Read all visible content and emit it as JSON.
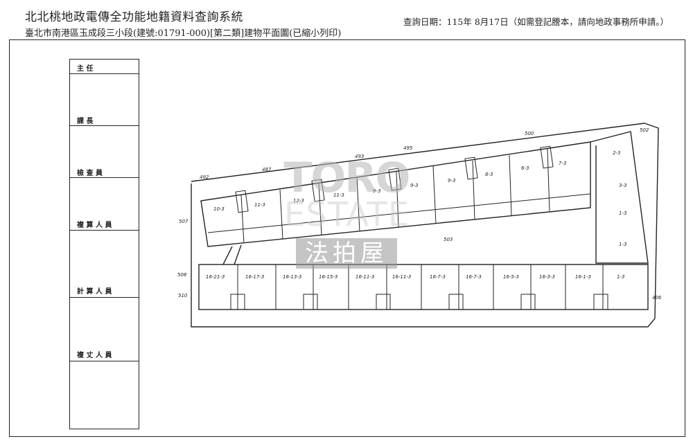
{
  "header": {
    "title": "北北桃地政電傳全功能地籍資料查詢系統",
    "subtitle": "臺北市南港區玉成段三小段(建號:01791-000)[第二類]建物平面圖(已縮小列印)",
    "query_date": "查詢日期：115年 8月17日（如需登記謄本，請向地政事務所申請。）"
  },
  "signature_box": {
    "labels": [
      "主 任",
      "課 長",
      "檢 查 員",
      "複 算 人 員",
      "計 算 人 員",
      "複 丈 人 員"
    ]
  },
  "watermark": {
    "line1": "TORO",
    "line2": "ESTATE",
    "line3": "法拍屋"
  },
  "plan": {
    "edge_labels": [
      "500",
      "502",
      "493",
      "495",
      "487",
      "492",
      "507",
      "503",
      "508",
      "510",
      "406"
    ],
    "upper_units": [
      "10-3",
      "11-3",
      "12-3",
      "11-3",
      "9-3",
      "9-3",
      "9-3",
      "8-3",
      "6-3",
      "7-3",
      "2-3"
    ],
    "right_units": [
      "3-3",
      "1-3",
      "1-3"
    ],
    "lower_units": [
      "16-21-3",
      "16-17-3",
      "16-13-3",
      "16-15-3",
      "16-11-3",
      "16-11-3",
      "16-7-3",
      "16-7-3",
      "16-5-3",
      "16-3-3",
      "16-1-3",
      "1-3"
    ]
  }
}
